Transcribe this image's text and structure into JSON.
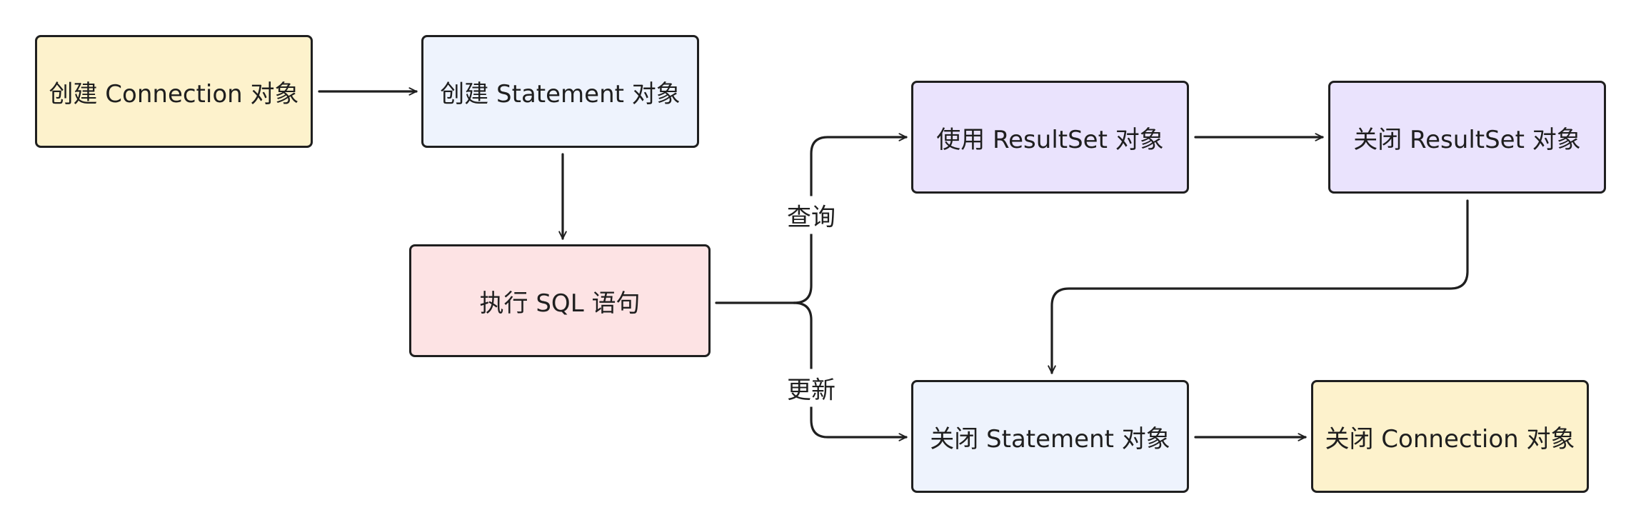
{
  "nodes": {
    "create_connection": "创建 Connection 对象",
    "create_statement": "创建 Statement 对象",
    "execute_sql": "执行 SQL 语句",
    "use_resultset": "使用 ResultSet 对象",
    "close_resultset": "关闭 ResultSet 对象",
    "close_statement": "关闭 Statement 对象",
    "close_connection": "关闭 Connection 对象"
  },
  "edges": {
    "query_label": "查询",
    "update_label": "更新"
  },
  "colors": {
    "yellow": "#fdf2cc",
    "blue": "#eef3fd",
    "pink": "#fde3e4",
    "purple": "#eae3fd",
    "stroke": "#1f1f1f"
  }
}
